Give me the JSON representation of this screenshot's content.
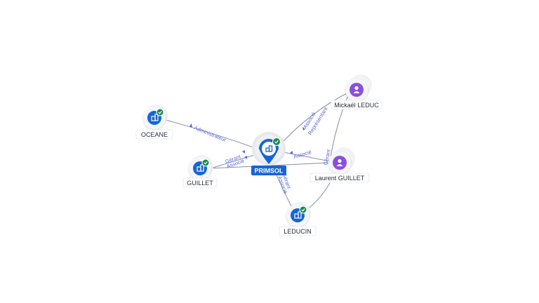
{
  "colors": {
    "company_node": "#1565d8",
    "person_node": "#8a4fe0",
    "check_badge": "#1e8a4c",
    "edge": "#8a8ea8",
    "edge_label": "#5868d8"
  },
  "nodes": {
    "center": {
      "label": "PRIMSOL",
      "icon": "building-icon"
    },
    "oceane": {
      "label": "OCEANE",
      "icon": "building-icon"
    },
    "guillet": {
      "label": "GUILLET",
      "icon": "building-icon"
    },
    "leducin": {
      "label": "LEDUCIN",
      "icon": "building-icon"
    },
    "mickael": {
      "label": "Mickaël LEDUC",
      "icon": "person-icon"
    },
    "laurent": {
      "label": "Laurent GUILLET",
      "icon": "person-icon"
    }
  },
  "edges": {
    "oceane_center": {
      "labels": [
        "Administrateur"
      ]
    },
    "guillet_center": {
      "labels": [
        "Gérant",
        "Associé"
      ]
    },
    "mickael_center": {
      "labels": [
        "Associé",
        "Représentant"
      ]
    },
    "laurent_center": {
      "labels": [
        "Associé"
      ]
    },
    "leducin_center": {
      "labels": [
        "Gérant",
        "Associé"
      ]
    },
    "mickael_laurent": {
      "labels": [
        "Gérant"
      ]
    }
  }
}
